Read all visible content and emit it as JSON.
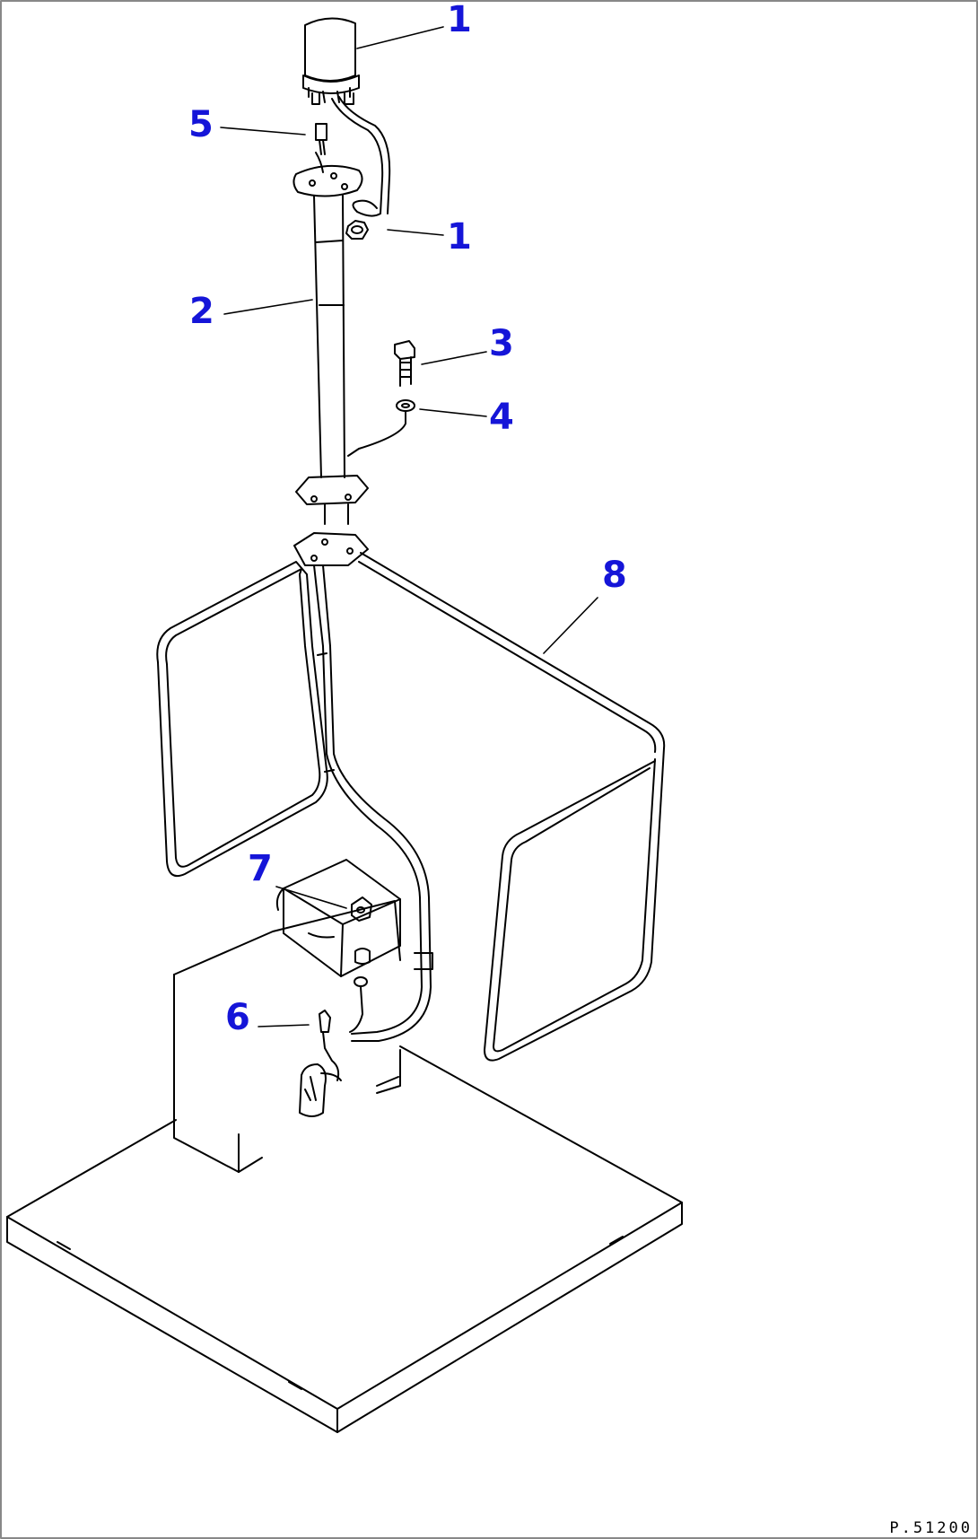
{
  "colors": {
    "callout": "#1515d8",
    "line": "#000000",
    "border": "#888888"
  },
  "callouts": {
    "c1a": "1",
    "c1b": "1",
    "c2": "2",
    "c3": "3",
    "c4": "4",
    "c5": "5",
    "c6": "6",
    "c7": "7",
    "c8": "8"
  },
  "drawing_code": "P.51200"
}
